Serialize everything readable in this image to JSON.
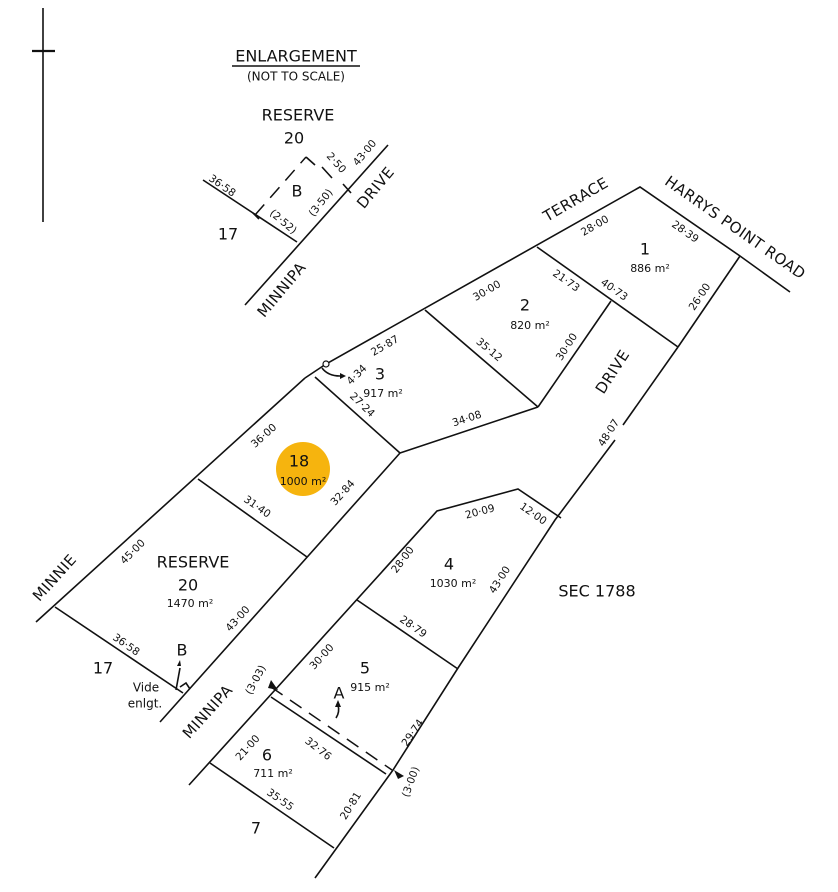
{
  "enlargement": {
    "title": "ENLARGEMENT",
    "subtitle": "(NOT TO SCALE)",
    "reserve_label": "RESERVE",
    "reserve_number": "20",
    "lot_17": "17",
    "point_b": "B",
    "road_drive": "DRIVE",
    "road_minnipa": "MINNIPA",
    "dims": [
      "36·58",
      "(2·52)",
      "(3·50)",
      "2·50",
      "43·00"
    ]
  },
  "roads": {
    "terrace": "TERRACE",
    "harrys_point_road": "HARRYS POINT ROAD",
    "drive": "DRIVE",
    "minnie": "MINNIE",
    "minnipa": "MINNIPA"
  },
  "lots": {
    "lot1": {
      "number": "1",
      "area": "886 m²"
    },
    "lot2": {
      "number": "2",
      "area": "820 m²"
    },
    "lot3": {
      "number": "3",
      "area": "917 m²"
    },
    "lot18": {
      "number": "18",
      "area": "1000 m²"
    },
    "reserve": {
      "label": "RESERVE",
      "number": "20",
      "area": "1470 m²"
    },
    "lot4": {
      "number": "4",
      "area": "1030 m²"
    },
    "lot5": {
      "number": "5",
      "area": "915 m²"
    },
    "lot6": {
      "number": "6",
      "area": "711 m²"
    },
    "lot7": {
      "number": "7"
    },
    "lot17": {
      "number": "17"
    },
    "section": "SEC 1788"
  },
  "dims": {
    "l1_front": "28·00",
    "l1_road": "28·39",
    "l1_east": "26·00",
    "l1_south": "40·73",
    "l2_front": "30·00",
    "l2_north": "21·73",
    "l2_east": "30·00",
    "l2_west": "35·12",
    "l3_front": "25·87",
    "l3_corner": "4·34",
    "l3_west": "27·24",
    "l3_south": "34·08",
    "drive_east": "48·07",
    "l18_front": "36·00",
    "l18_south": "31·40",
    "l18_east": "32·84",
    "res_front": "45·00",
    "res_east": "43·00",
    "res_south": "36·58",
    "l4_west": "28·00",
    "l4_north": "20·09",
    "l4_ne": "12·00",
    "l4_east": "43·00",
    "l4_south": "28·79",
    "l5_west": "30·00",
    "l5_east": "29·74",
    "l5_south": "32·76",
    "l6_west": "21·00",
    "l6_east": "20·81",
    "l6_south": "35·55",
    "easement_w": "(3·03)",
    "easement_e": "(3·00)"
  },
  "annotations": {
    "point_a": "A",
    "point_b": "B",
    "vide": "Vide",
    "enlgt": "enlgt."
  },
  "colors": {
    "highlight": "#F6B40E"
  }
}
